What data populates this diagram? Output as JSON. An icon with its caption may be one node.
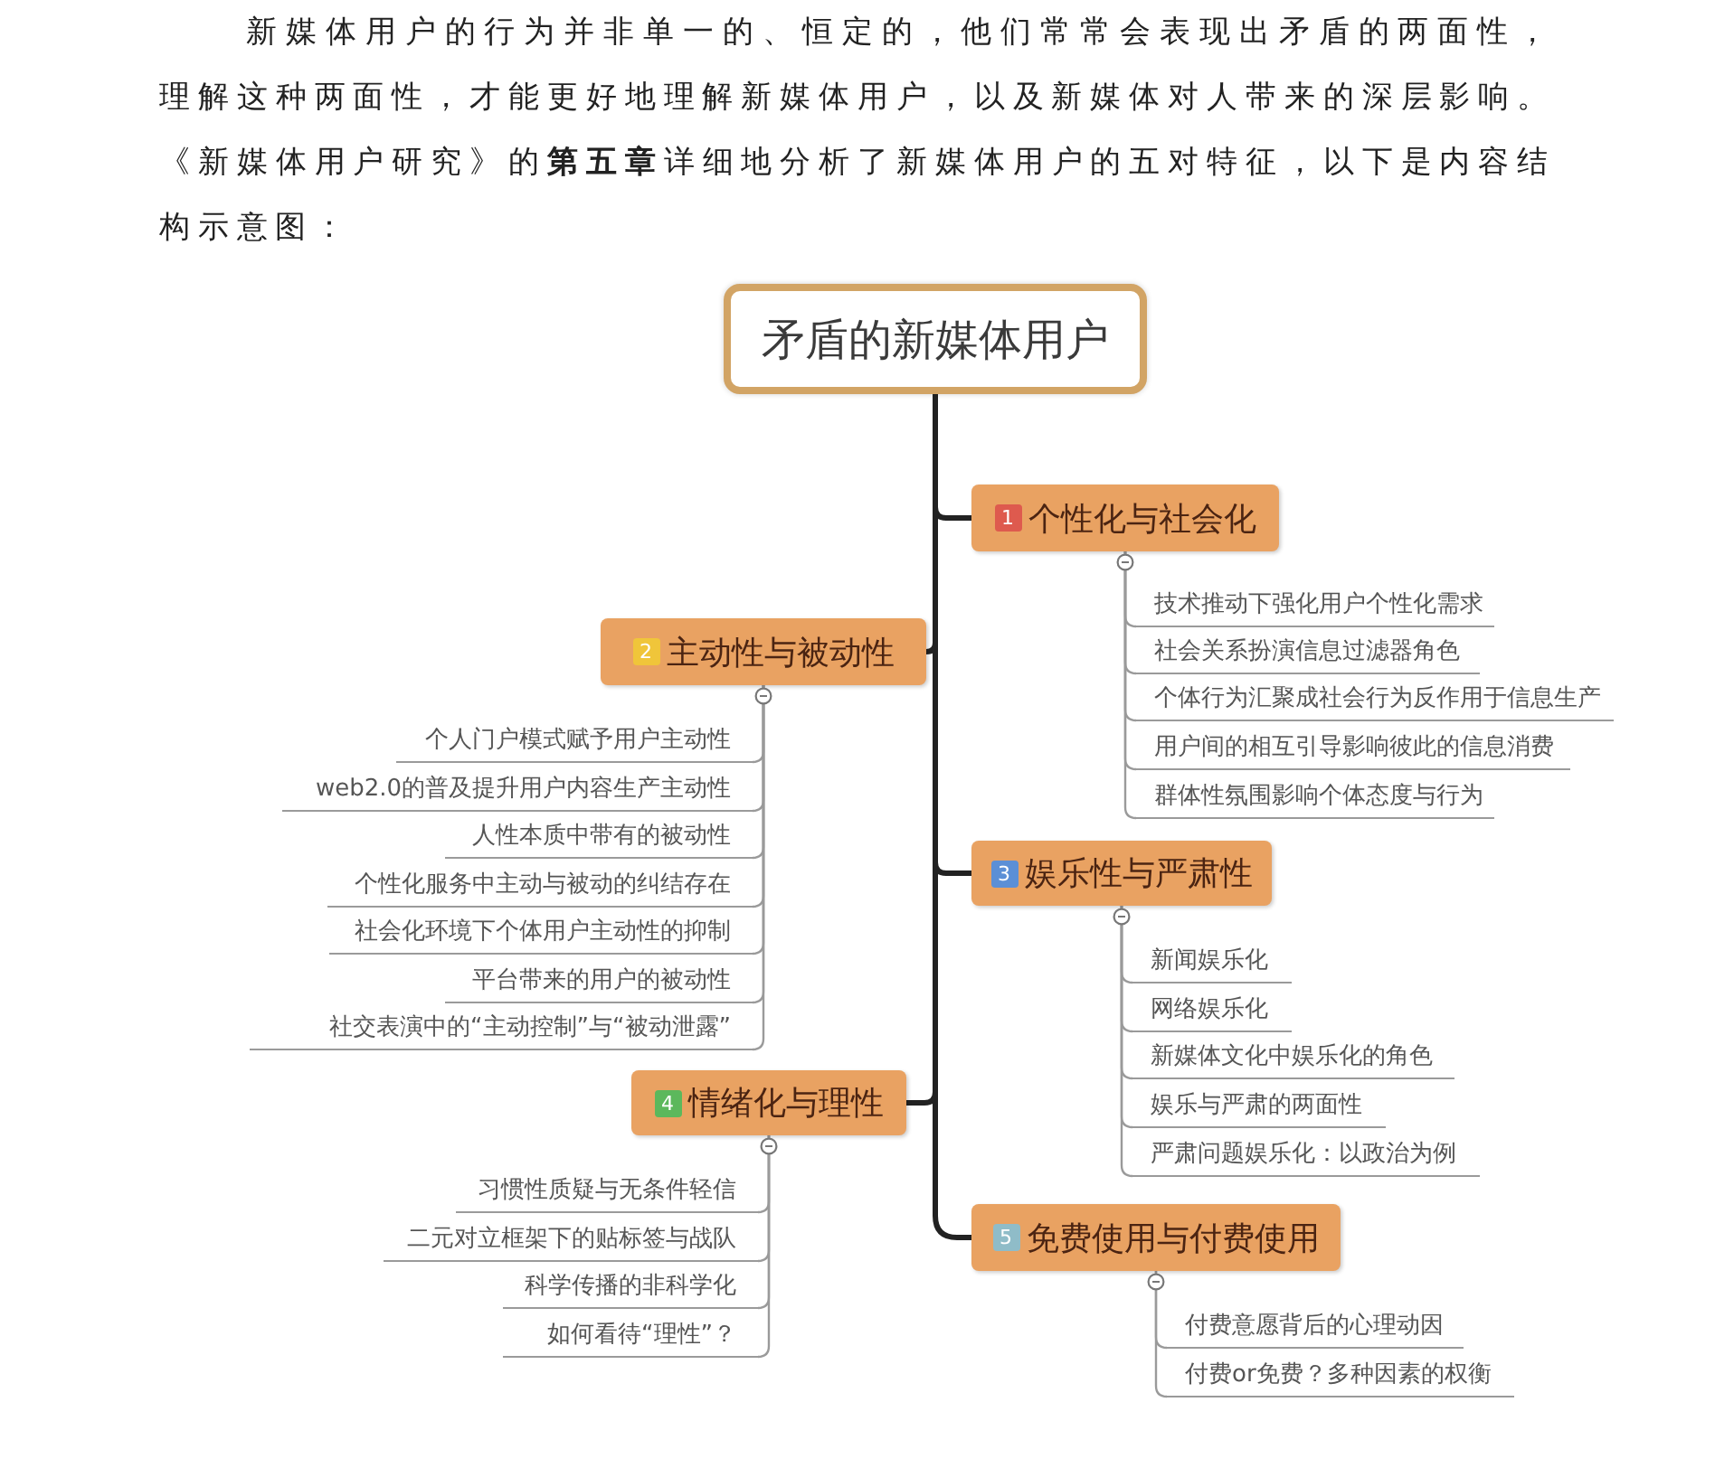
{
  "diagram": {
    "nodes": [
      {
        "text": [
          "矛盾的新媒体用户"
        ]
      },
      {
        "text": [
          "1",
          "个性化与社会化"
        ]
      },
      {
        "text": [
          "技术推动下强化用户个性化需求"
        ]
      },
      {
        "text": [
          "社会关系扮演信息过滤器角色"
        ]
      },
      {
        "text": [
          "个体行为汇聚成社会行为反作用于信息生产"
        ]
      },
      {
        "text": [
          "用户间的相互引导影响彼此的信息消费"
        ]
      },
      {
        "text": [
          "群体性氛围影响个体态度与行为"
        ]
      },
      {
        "text": [
          "2",
          "主动性与被动性"
        ]
      },
      {
        "text": [
          "个人门户模式赋予用户主动性"
        ]
      },
      {
        "text": [
          "web2.0的普及提升用户内容生产主动性"
        ]
      },
      {
        "text": [
          "人性本质中带有的被动性"
        ]
      },
      {
        "text": [
          "个性化服务中主动与被动的纠结存在"
        ]
      },
      {
        "text": [
          "社会化环境下个体用户主动性的抑制"
        ]
      },
      {
        "text": [
          "平台带来的用户的被动性"
        ]
      },
      {
        "text": [
          "社交表演中的“主动控制”与“被动泄露”"
        ]
      },
      {
        "text": [
          "3",
          "娱乐性与严肃性"
        ]
      },
      {
        "text": [
          "新闻娱乐化"
        ]
      },
      {
        "text": [
          "网络娱乐化"
        ]
      },
      {
        "text": [
          "新媒体文化中娱乐化的角色"
        ]
      },
      {
        "text": [
          "娱乐与严肃的两面性"
        ]
      },
      {
        "text": [
          "严肃问题娱乐化：以政治为例"
        ]
      },
      {
        "text": [
          "4",
          "情绪化与理性"
        ]
      },
      {
        "text": [
          "习惯性质疑与无条件轻信"
        ]
      },
      {
        "text": [
          "二元对立框架下的贴标签与战队"
        ]
      },
      {
        "text": [
          "科学传播的非科学化"
        ]
      },
      {
        "text": [
          "如何看待“理性”？"
        ]
      },
      {
        "text": [
          "5",
          "免费使用与付费使用"
        ]
      },
      {
        "text": [
          "付费意愿背后的心理动因"
        ]
      },
      {
        "text": [
          "付费or免费？多种因素的权衡"
        ]
      }
    ],
    "edges": [
      {
        "from": 0,
        "to": 1,
        "arrow": "none",
        "style": "thick",
        "color": "#222222"
      },
      {
        "from": 0,
        "to": 7,
        "arrow": "none",
        "style": "thick",
        "color": "#222222"
      },
      {
        "from": 0,
        "to": 15,
        "arrow": "none",
        "style": "thick",
        "color": "#222222"
      },
      {
        "from": 0,
        "to": 21,
        "arrow": "none",
        "style": "thick",
        "color": "#222222"
      },
      {
        "from": 0,
        "to": 26,
        "arrow": "none",
        "style": "thick",
        "color": "#222222"
      },
      {
        "from": 1,
        "to": 2,
        "arrow": "none"
      },
      {
        "from": 1,
        "to": 3,
        "arrow": "none"
      },
      {
        "from": 1,
        "to": 4,
        "arrow": "none"
      },
      {
        "from": 1,
        "to": 5,
        "arrow": "none"
      },
      {
        "from": 1,
        "to": 6,
        "arrow": "none"
      },
      {
        "from": 7,
        "to": 8,
        "arrow": "none"
      },
      {
        "from": 7,
        "to": 9,
        "arrow": "none"
      },
      {
        "from": 7,
        "to": 10,
        "arrow": "none"
      },
      {
        "from": 7,
        "to": 11,
        "arrow": "none"
      },
      {
        "from": 7,
        "to": 12,
        "arrow": "none"
      },
      {
        "from": 7,
        "to": 13,
        "arrow": "none"
      },
      {
        "from": 7,
        "to": 14,
        "arrow": "none"
      },
      {
        "from": 15,
        "to": 16,
        "arrow": "none"
      },
      {
        "from": 15,
        "to": 17,
        "arrow": "none"
      },
      {
        "from": 15,
        "to": 18,
        "arrow": "none"
      },
      {
        "from": 15,
        "to": 19,
        "arrow": "none"
      },
      {
        "from": 15,
        "to": 20,
        "arrow": "none"
      },
      {
        "from": 21,
        "to": 22,
        "arrow": "none"
      },
      {
        "from": 21,
        "to": 23,
        "arrow": "none"
      },
      {
        "from": 21,
        "to": 24,
        "arrow": "none"
      },
      {
        "from": 21,
        "to": 25,
        "arrow": "none"
      },
      {
        "from": 26,
        "to": 27,
        "arrow": "none"
      },
      {
        "from": 26,
        "to": 28,
        "arrow": "none"
      }
    ],
    "labels": [
      "新媒体用户的行为并非单一的、恒定的，他们常常会表现出矛盾的两面性，理解这种两面性，才能更好地理解新媒体用户，以及新媒体对人带来的深层影响。《新媒体用户研究》的**第五章**详细地分析了新媒体用户的五对特征，以下是内容结构示意图："
    ]
  }
}
